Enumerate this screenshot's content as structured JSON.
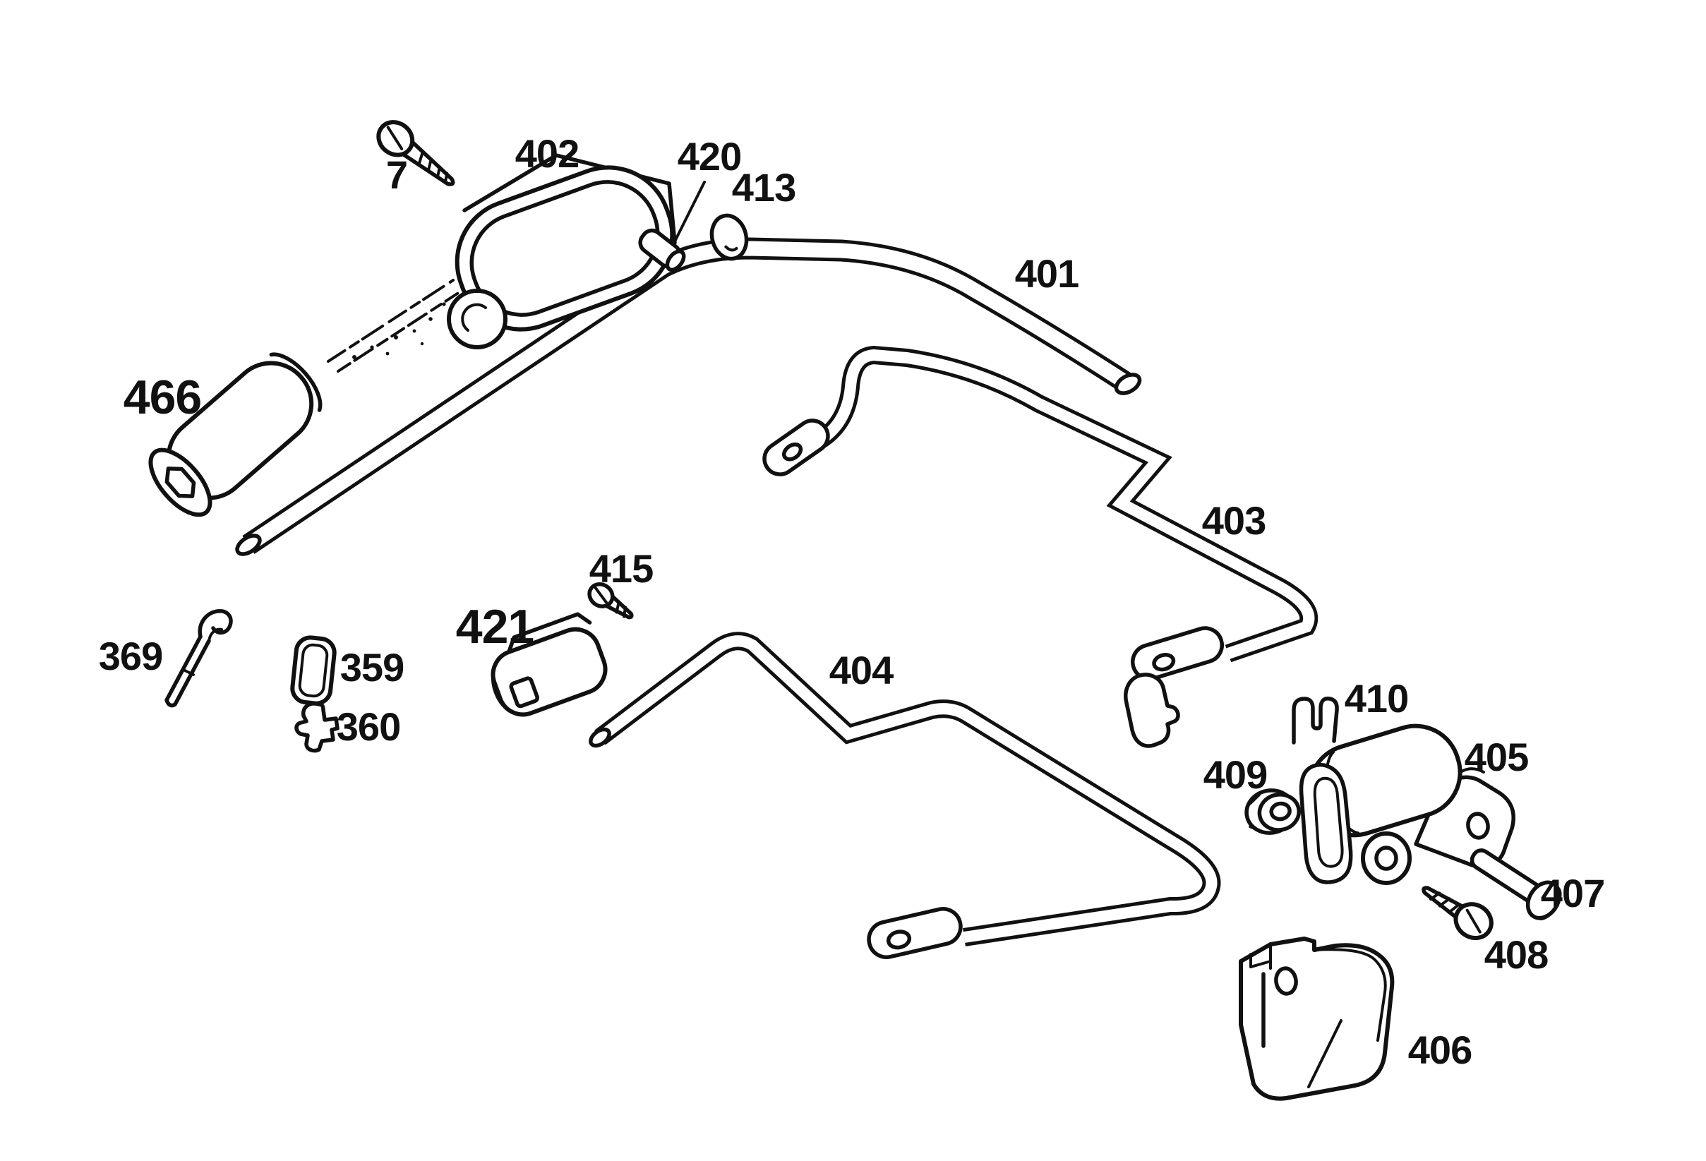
{
  "diagram": {
    "type": "exploded-parts-diagram",
    "subject": "handlebar and control rod assembly",
    "background_color": "#ffffff",
    "ink_color": "#111111"
  },
  "parts": [
    {
      "label": "7",
      "depicts": "slotted pan-head screw"
    },
    {
      "label": "402",
      "depicts": "control housing / cover"
    },
    {
      "label": "420",
      "depicts": "small cylindrical pin"
    },
    {
      "label": "413",
      "depicts": "washer ring"
    },
    {
      "label": "401",
      "depicts": "upper handlebar tube"
    },
    {
      "label": "466",
      "depicts": "handle grip with hex bore"
    },
    {
      "label": "403",
      "depicts": "middle control rod with flattened eye ends"
    },
    {
      "label": "369",
      "depicts": "hairpin cotter pin"
    },
    {
      "label": "359",
      "depicts": "rectangular grommet"
    },
    {
      "label": "360",
      "depicts": "retainer clip"
    },
    {
      "label": "421",
      "depicts": "control knob / lever block"
    },
    {
      "label": "415",
      "depicts": "small thread-forming screw"
    },
    {
      "label": "404",
      "depicts": "lower control rod with eye end"
    },
    {
      "label": "410",
      "depicts": "wire retainer clip"
    },
    {
      "label": "409",
      "depicts": "hex flange nut"
    },
    {
      "label": "405",
      "depicts": "roller trunnion with bracket plate"
    },
    {
      "label": "407",
      "depicts": "clevis bolt"
    },
    {
      "label": "408",
      "depicts": "slotted machine screw"
    },
    {
      "label": "406",
      "depicts": "bracket housing"
    }
  ]
}
